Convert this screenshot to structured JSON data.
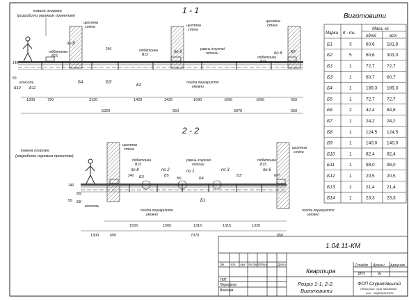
{
  "sections": {
    "s1_title": "1 - 1",
    "s2_title": "2 - 2",
    "forged_fence": "кована огорожа",
    "fence_note": "(розробити окремим проектом)",
    "brick_wall": "цегляна",
    "brick_wall2": "стіна",
    "s1_labels": {
      "b15_a": "підбетонка",
      "b15_a2": "В15",
      "po8": "по 8",
      "po6_a": "по 6",
      "po6_b": "по 6",
      "k01": "К0¹",
      "b15_b": "підбетонка",
      "b15_b2": "В15",
      "floor_level": "рівень існуючої",
      "floor_level2": "підлоги",
      "b15_c": "підбетонка",
      "b15_c2": "В15",
      "b3prime": "Б3'",
      "b4": "Б4",
      "b2": "Б2",
      "b11": "Б11",
      "b10": "Б10",
      "console": "консоль",
      "slab": "плита перекриття",
      "slab2": "умовно",
      "d240": "240",
      "d140": "140",
      "d50": "50"
    },
    "s1_dims": [
      "1300",
      "790",
      "3130",
      "1420",
      "1420",
      "1690",
      "1690",
      "1690",
      "650"
    ],
    "s1_totals": [
      "5320",
      "650",
      "5070",
      "650"
    ],
    "s2_labels": {
      "b15_a": "підбетонка",
      "b15_a2": "В15",
      "b15_b": "підбетонка",
      "b15_b2": "В15",
      "po8": "по 8",
      "po2": "по 2",
      "po1": "по 1",
      "po3": "по 3",
      "po6": "по 6",
      "b3": "Б3",
      "b5": "Б5",
      "b6": "Б6",
      "b4": "Б4",
      "b3prime": "Б3'",
      "b1": "Б1",
      "k01": "К0¹",
      "floor_level": "рівень існуючої",
      "floor_level2": "підлоги",
      "b9": "Б9",
      "b8": "Б8",
      "console": "консоль",
      "slab": "плита перекриття",
      "slab2": "умовно",
      "slab_r": "плита перекриття",
      "slab_r2": "умовно",
      "d240": "240",
      "d140": "140",
      "d50": "50"
    },
    "s2_dims": [
      "1555",
      "1565",
      "1315",
      "1315",
      "1320"
    ],
    "s2_totals": [
      "1300",
      "650",
      "7070",
      "650"
    ]
  },
  "table": {
    "title": "Виготовити",
    "col_mark": "Марка",
    "col_qty": "К - ть",
    "col_mass": "Маса, кг",
    "col_unit": "одної",
    "col_all": "всіх",
    "rows": [
      {
        "mark": "Б1",
        "qty": "3",
        "unit": "60,6",
        "all": "181,8"
      },
      {
        "mark": "Б2",
        "qty": "5",
        "unit": "60,6",
        "all": "303,0"
      },
      {
        "mark": "Б3",
        "qty": "1",
        "unit": "72,7",
        "all": "72,7"
      },
      {
        "mark": "Б3'",
        "qty": "1",
        "unit": "60,7",
        "all": "60,7"
      },
      {
        "mark": "Б4",
        "qty": "1",
        "unit": "189,3",
        "all": "189,3"
      },
      {
        "mark": "Б5",
        "qty": "1",
        "unit": "72,7",
        "all": "72,7"
      },
      {
        "mark": "Б6",
        "qty": "2",
        "unit": "42,4",
        "all": "84,8"
      },
      {
        "mark": "Б7",
        "qty": "1",
        "unit": "24,2",
        "all": "24,2"
      },
      {
        "mark": "Б8",
        "qty": "1",
        "unit": "124,5",
        "all": "124,5"
      },
      {
        "mark": "Б9",
        "qty": "1",
        "unit": "140,0",
        "all": "140,0"
      },
      {
        "mark": "Б10",
        "qty": "1",
        "unit": "82,4",
        "all": "82,4"
      },
      {
        "mark": "Б11",
        "qty": "1",
        "unit": "98,0",
        "all": "98,0"
      },
      {
        "mark": "Б12",
        "qty": "1",
        "unit": "20,5",
        "all": "20,5"
      },
      {
        "mark": "Б13",
        "qty": "1",
        "unit": "21,4",
        "all": "21,4"
      },
      {
        "mark": "Б14",
        "qty": "1",
        "unit": "23,3",
        "all": "23,3"
      }
    ]
  },
  "stamp": {
    "code": "1.04.11-КМ",
    "h_zm": "Зм.",
    "h_kil": "Кіл.",
    "h_ark": "Арк",
    "h_ndoc": "№ док",
    "h_sign": "Підпис",
    "h_date": "Дата",
    "object": "Квартира",
    "gkp": "ГКП",
    "checked": "Перевірив",
    "made": "Виконав",
    "sheet_title1": "Розріз 1-1, 2-2.",
    "sheet_title2": "Виготовити",
    "stage_h": "Стадія",
    "sheet_h": "Аркуш",
    "sheets_h": "Аркушів",
    "stage": "РП",
    "sheet": "6",
    "sheets": "",
    "org": "ФОП  Скуратівський",
    "org2": "Підписаний: серія АВА355540",
    "org3": "тел. +38(068)3547833"
  }
}
